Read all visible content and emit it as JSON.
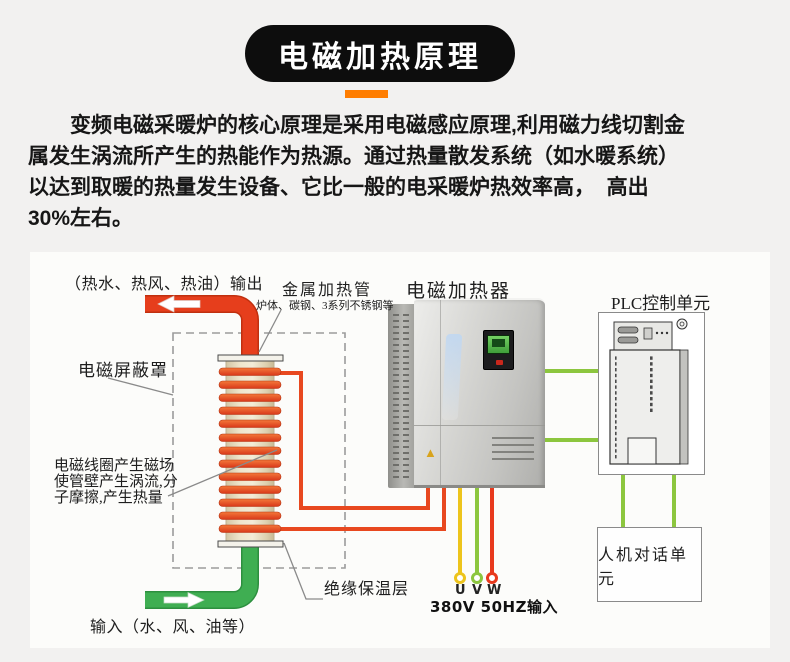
{
  "header": {
    "title": "电磁加热原理",
    "accent_color": "#ff7d00"
  },
  "intro": {
    "lines": [
      "　　变频电磁采暖炉的核心原理是采用电磁感应原理,利用磁力线切割金",
      "属发生涡流所产生的热能作为热源。通过热量散发系统（如水暖系统）",
      "以达到取暖的热量发生设备、它比一般的电采暖炉热效率高，  高出",
      "30%左右。"
    ]
  },
  "diagram": {
    "labels": {
      "output": "（热水、热风、热油）输出",
      "shield": "电磁屏蔽罩",
      "metal_tube_title": "金属加热管",
      "metal_tube_sub": "炉体、碳钢、3系列不锈钢等",
      "heater": "电磁加热器",
      "plc": "PLC控制单元",
      "coil_note_line1": "电磁线圈产生磁场",
      "coil_note_line2": "使管壁产生涡流,分",
      "coil_note_line3": "子摩擦,产生热量",
      "insulation": "绝缘保温层",
      "input": "输入（水、风、油等）",
      "hmi": "人机对话单元",
      "phase_u": "U",
      "phase_v": "V",
      "phase_w": "W",
      "power": "380V 50HZ输入"
    },
    "colors": {
      "pipe_red": "#e63e1c",
      "pipe_green": "#3fae52",
      "coil_orange": "#e8481f",
      "wire_green": "#8cc63e",
      "wire_yellow": "#edc41c",
      "wire_red": "#e8391d"
    }
  }
}
